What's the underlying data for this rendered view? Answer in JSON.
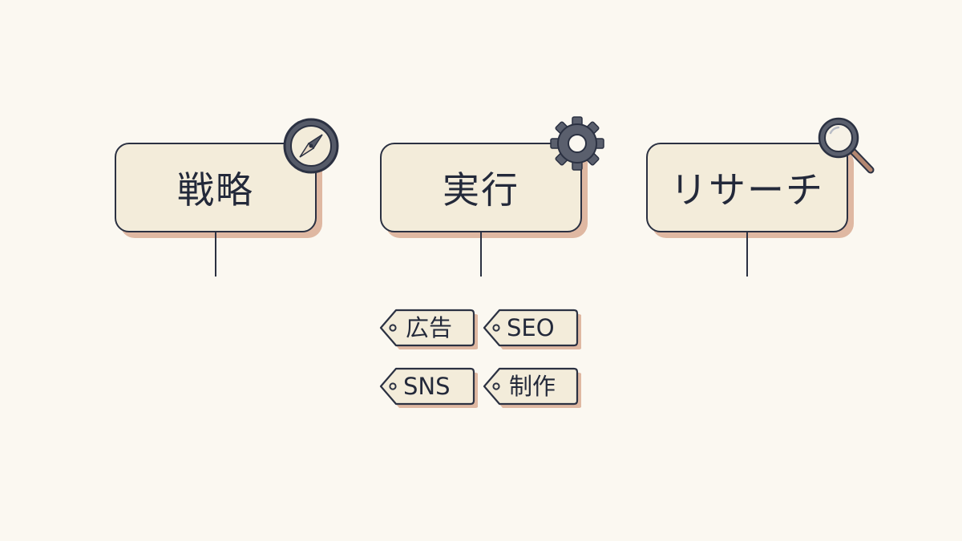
{
  "nodes": [
    {
      "label": "戦略",
      "icon": "compass-icon"
    },
    {
      "label": "実行",
      "icon": "gear-icon"
    },
    {
      "label": "リサーチ",
      "icon": "magnifier-icon"
    }
  ],
  "tags": [
    {
      "label": "広告"
    },
    {
      "label": "SEO"
    },
    {
      "label": "SNS"
    },
    {
      "label": "制作"
    }
  ],
  "colors": {
    "background": "#fbf8f1",
    "box_fill": "#f3ecda",
    "ink": "#2b3142",
    "shadow": "#dfb8a2",
    "icon_gray": "#5a5f6d"
  }
}
